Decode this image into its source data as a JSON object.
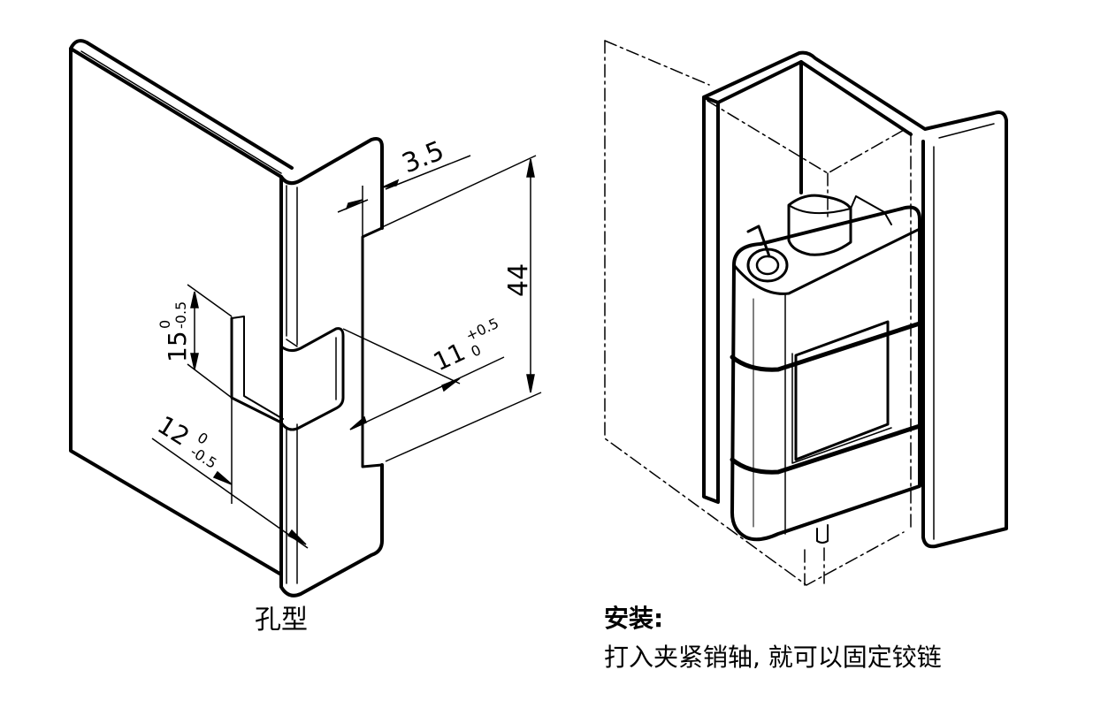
{
  "left_view": {
    "caption": "孔型",
    "dimensions": {
      "depth": "3.5",
      "height": "44",
      "slot_height_nominal": "15",
      "slot_height_upper": "0",
      "slot_height_lower": "-0.5",
      "slot_offset_nominal": "11",
      "slot_offset_upper": "+0.5",
      "slot_offset_lower": "0",
      "slot_width_nominal": "12",
      "slot_width_upper": "0",
      "slot_width_lower": "-0.5"
    }
  },
  "right_view": {
    "title": "安装:",
    "instruction": "打入夹紧销轴, 就可以固定铰链"
  }
}
